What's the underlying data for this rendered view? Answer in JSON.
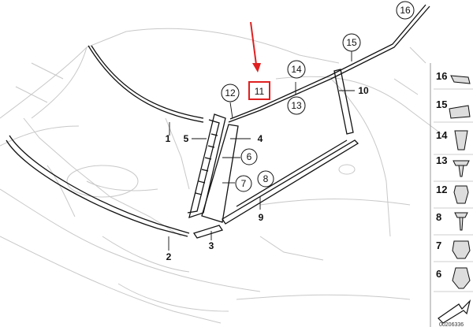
{
  "diagram": {
    "callouts": {
      "c1": "1",
      "c2": "2",
      "c3": "3",
      "c4": "4",
      "c5": "5",
      "c6": "6",
      "c7": "7",
      "c8": "8",
      "c9": "9",
      "c10": "10",
      "c11": "11",
      "c12": "12",
      "c13": "13",
      "c14": "14",
      "c15": "15",
      "c16": "16"
    },
    "highlight_color": "#e02020",
    "highlighted_part": "11"
  },
  "sidebar": {
    "items": [
      "16",
      "15",
      "14",
      "13",
      "12",
      "8",
      "7",
      "6"
    ],
    "footer_code": "00206336"
  }
}
